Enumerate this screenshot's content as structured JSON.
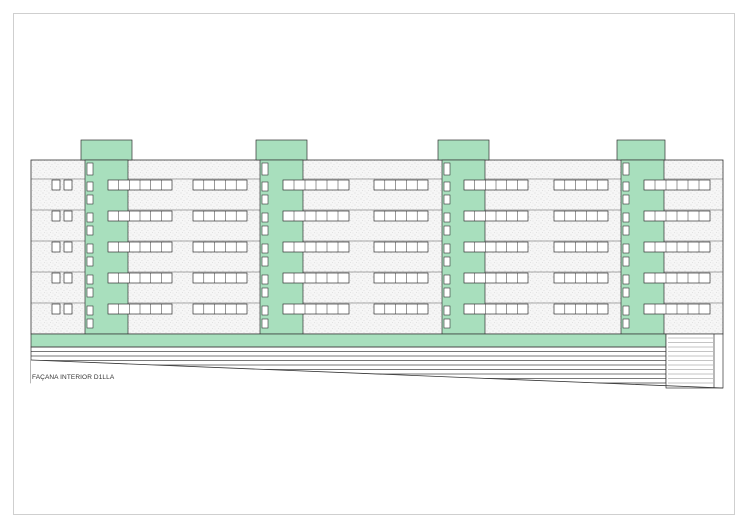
{
  "drawing": {
    "caption": "FAÇANA INTERIOR D1LLA",
    "colors": {
      "wall": "#f4f4f4",
      "stipple": "#9a9a9a",
      "core": "#a8dfbd",
      "line": "#333333",
      "ground": "#777777",
      "window_glass": "#ffffff"
    },
    "floors": 5,
    "stair_cores": 4
  }
}
